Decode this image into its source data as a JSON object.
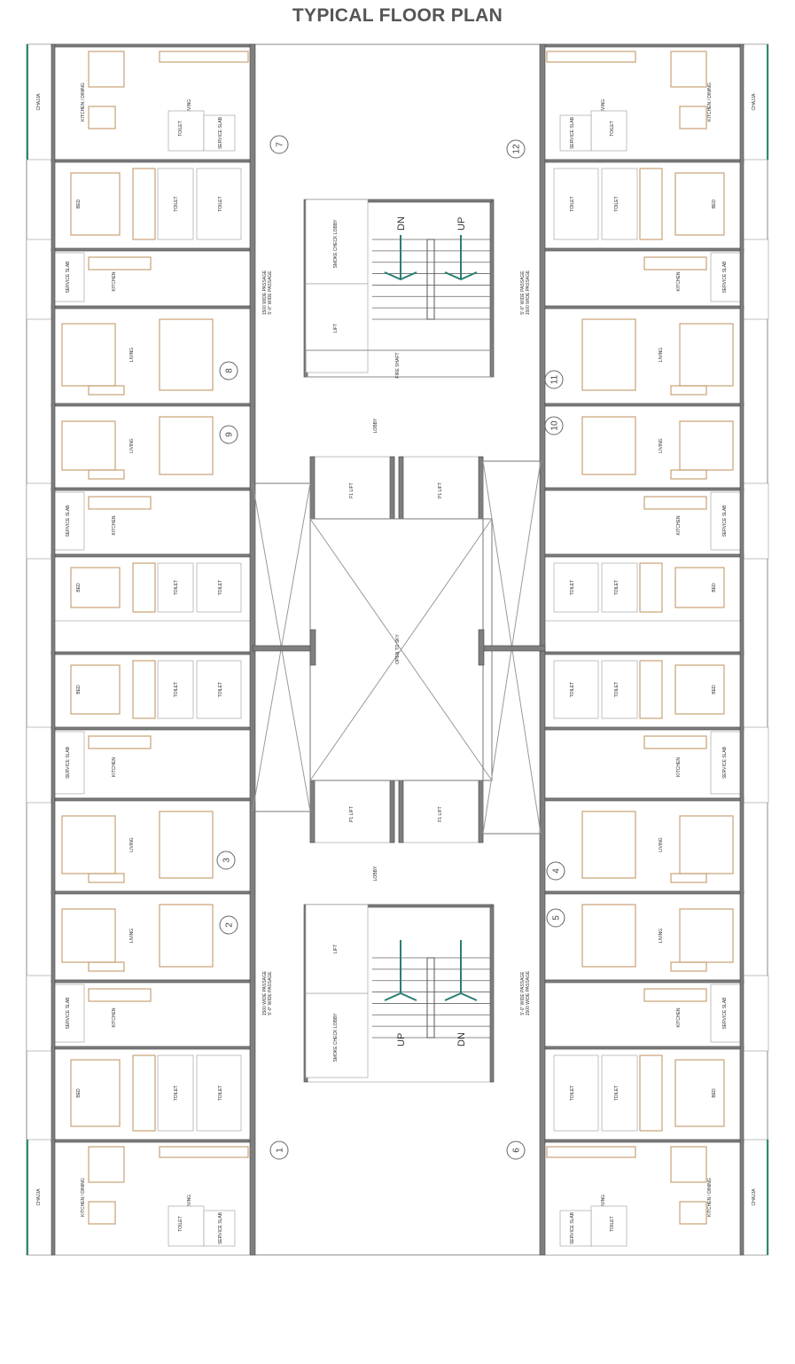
{
  "title": "TYPICAL FLOOR PLAN",
  "unit_numbers": [
    "1",
    "2",
    "3",
    "4",
    "5",
    "6",
    "7",
    "8",
    "9",
    "10",
    "11",
    "12"
  ],
  "stairs": {
    "down": "DN",
    "up": "UP"
  },
  "labels": {
    "living": "LIVING",
    "kitchen": "KITCHEN",
    "kitchen_dining": "KITCHEN / DINING",
    "bed": "BED",
    "toilet": "TOILET",
    "service_slab": "SERVICE SLAB",
    "chajja": "CHAJJA",
    "lobby": "LOBBY",
    "lift": "LIFT",
    "p1_lift": "P1 LIFT",
    "fire_lift": "F1 LIFT",
    "open_to_sky": "OPEN TO SKY",
    "passage": "1500 WIDE PASSAGE",
    "passage_imperial": "5'-0\" WIDE PASSAGE",
    "smoke_lobby": "SMOKE CHECK LOBBY",
    "lift_shaft": "FIRE SHAFT"
  },
  "colors": {
    "wall": "#7f7f7f",
    "furniture": "#c9a274",
    "stair_arrow": "#2a7f74",
    "glazing": "#5a6aa0",
    "chajja_edge": "#2d8a6a"
  }
}
